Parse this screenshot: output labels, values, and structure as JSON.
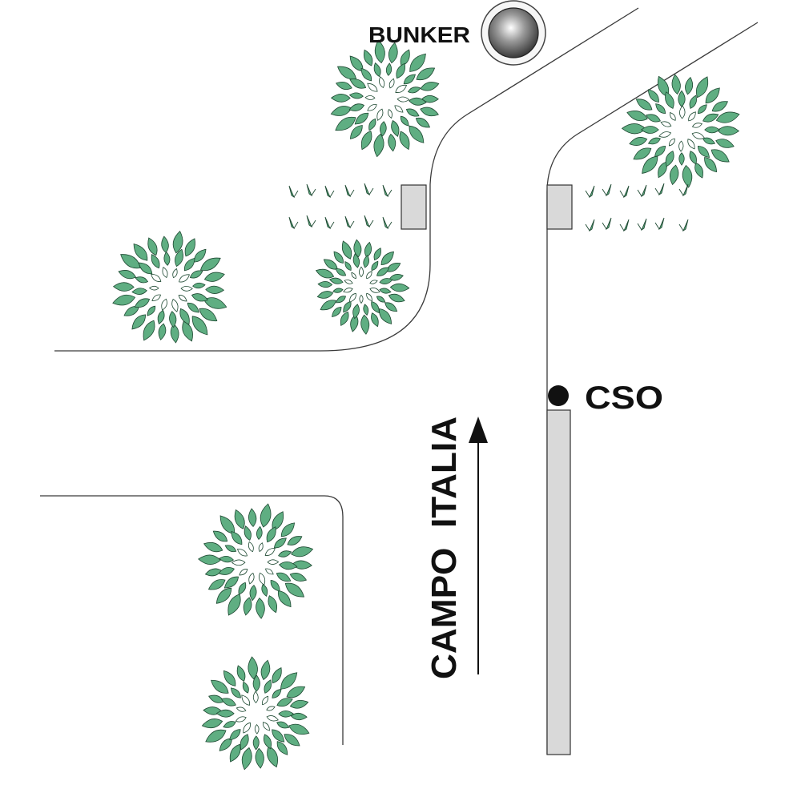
{
  "labels": {
    "bunker": "BUNKER",
    "cso": "CSO",
    "street": "CAMPO  ITALIA"
  },
  "colors": {
    "foliage": "#5fae82",
    "foliage_outline": "#1f4a33",
    "marker_fill": "#d9d9d9",
    "marker_outline": "#333333",
    "ink": "#111111"
  },
  "icons": {
    "bunker": "bunker-icon",
    "cso": "cso-point-icon",
    "tree": "tree-icon",
    "grass": "grass-tuft-icon",
    "arrow": "direction-arrow-icon"
  }
}
